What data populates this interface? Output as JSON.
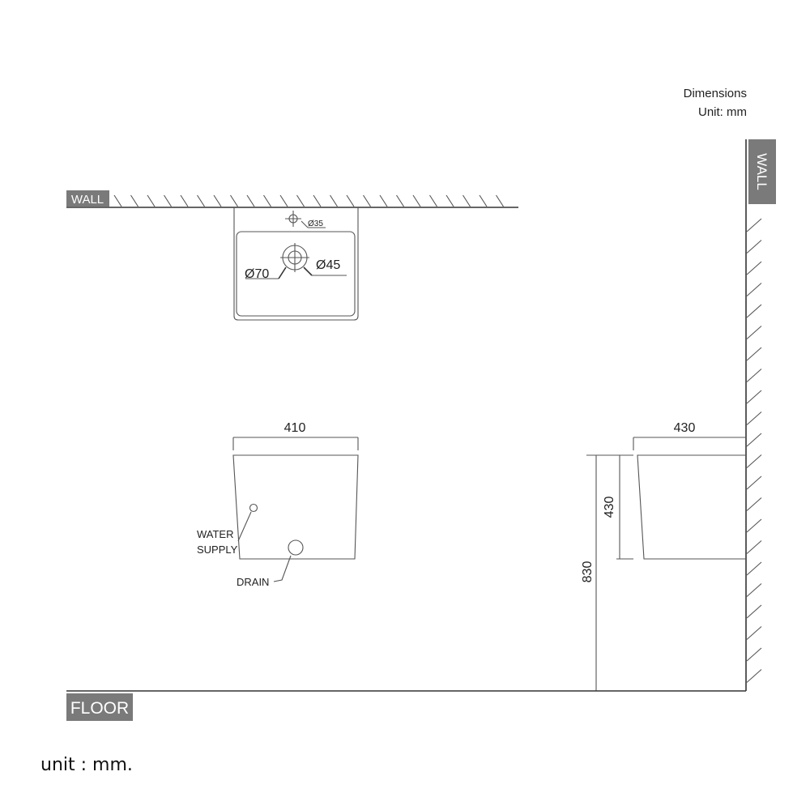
{
  "header": {
    "title": "Dimensions",
    "unit": "Unit: mm"
  },
  "labels": {
    "wall_top": "WALL",
    "wall_side": "WALL",
    "floor": "FLOOR",
    "water_supply_line1": "WATER",
    "water_supply_line2": "SUPPLY",
    "drain": "DRAIN"
  },
  "dimensions": {
    "tap_hole": "Ø35",
    "waste_outer": "Ø70",
    "waste_inner": "Ø45",
    "front_width": "410",
    "side_depth": "430",
    "side_height": "430",
    "mount_height": "830"
  },
  "footer": {
    "unit_note": "unit : mm."
  }
}
